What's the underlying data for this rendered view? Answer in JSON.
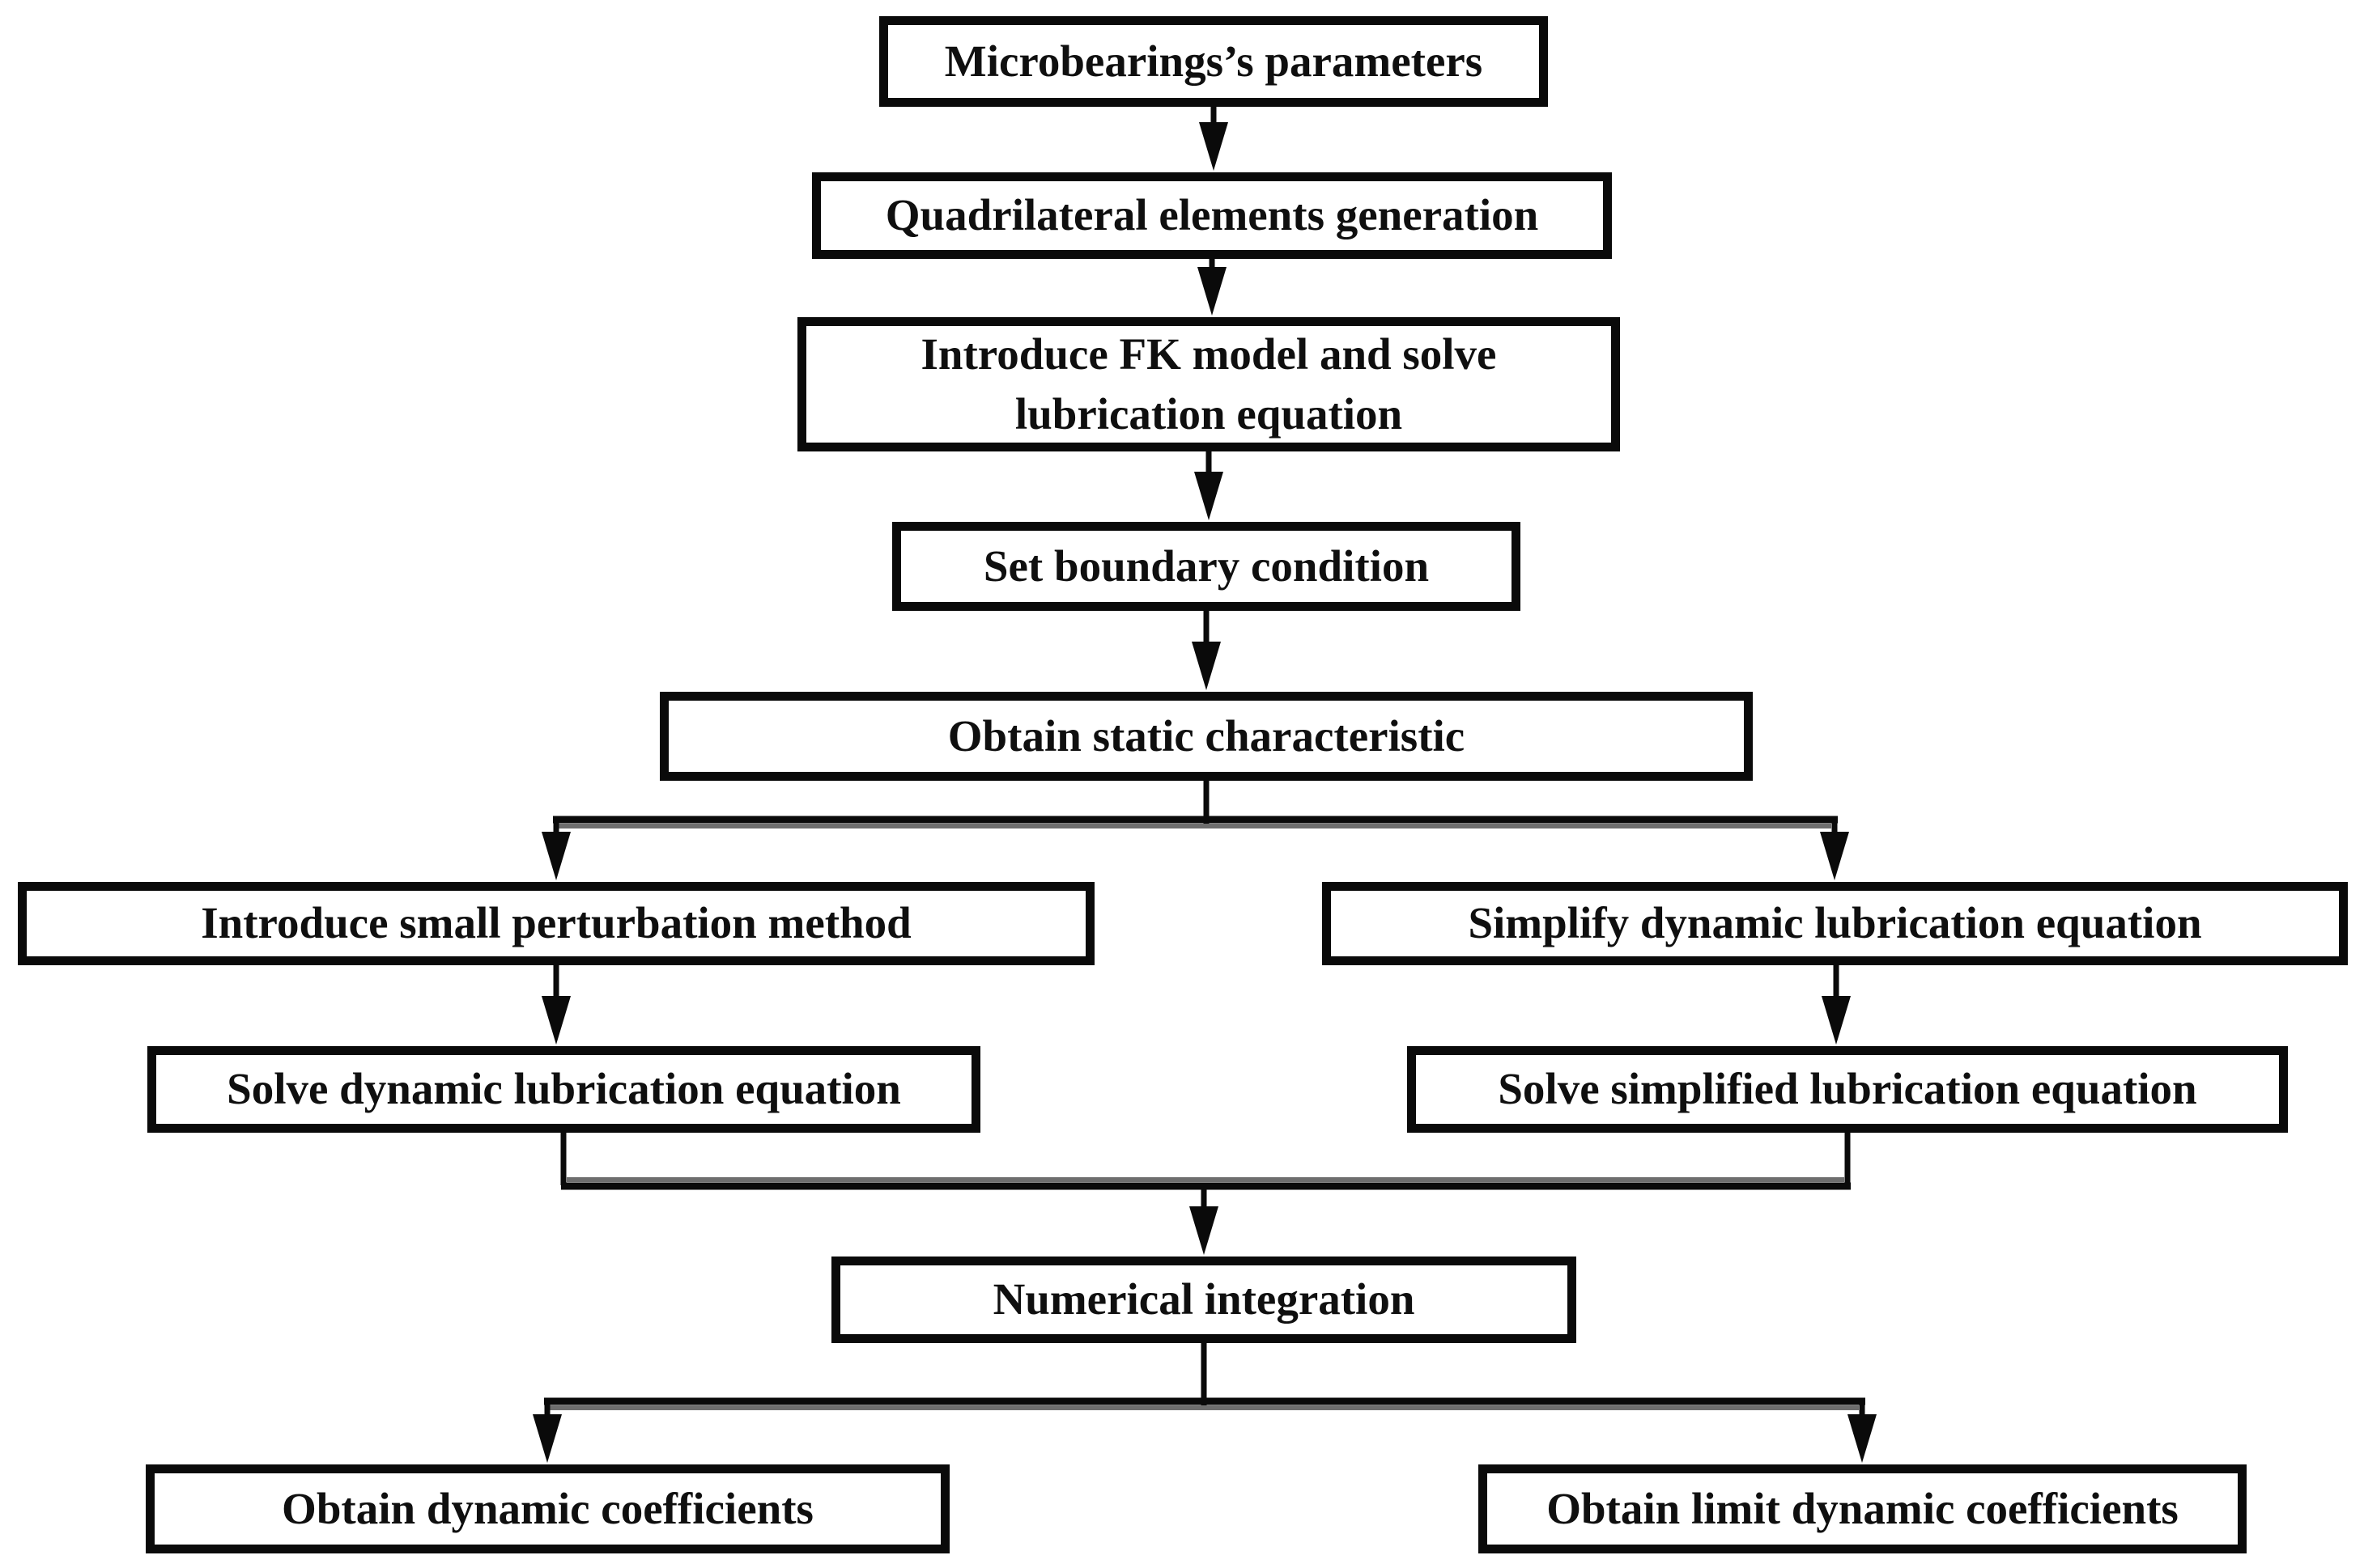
{
  "diagram": {
    "type": "flowchart",
    "colors": {
      "background": "#ffffff",
      "box_border": "#0a0a0a",
      "line": "#0a0a0a",
      "line_shadow": "#6e6e6e",
      "text": "#0f0f0f"
    },
    "nodes": {
      "params": {
        "label": "Microbearings’s parameters"
      },
      "quad": {
        "label": "Quadrilateral elements generation"
      },
      "fk": {
        "label": "Introduce FK model and solve lubrication equation"
      },
      "boundary": {
        "label": "Set boundary condition"
      },
      "static": {
        "label": "Obtain static characteristic"
      },
      "perturb": {
        "label": "Introduce small perturbation method"
      },
      "simplify": {
        "label": "Simplify dynamic lubrication equation"
      },
      "solve_dynamic": {
        "label": "Solve dynamic lubrication equation"
      },
      "solve_simplified": {
        "label": "Solve simplified lubrication equation"
      },
      "integration": {
        "label": "Numerical integration"
      },
      "dynamic_coeff": {
        "label": "Obtain dynamic coefficients"
      },
      "limit_coeff": {
        "label": "Obtain limit dynamic coefficients"
      }
    },
    "edges": [
      {
        "from": "params",
        "to": "quad"
      },
      {
        "from": "quad",
        "to": "fk"
      },
      {
        "from": "fk",
        "to": "boundary"
      },
      {
        "from": "boundary",
        "to": "static"
      },
      {
        "from": "static",
        "to": "perturb"
      },
      {
        "from": "static",
        "to": "simplify"
      },
      {
        "from": "perturb",
        "to": "solve_dynamic"
      },
      {
        "from": "simplify",
        "to": "solve_simplified"
      },
      {
        "from": "solve_dynamic",
        "to": "integration"
      },
      {
        "from": "solve_simplified",
        "to": "integration"
      },
      {
        "from": "integration",
        "to": "dynamic_coeff"
      },
      {
        "from": "integration",
        "to": "limit_coeff"
      }
    ]
  }
}
